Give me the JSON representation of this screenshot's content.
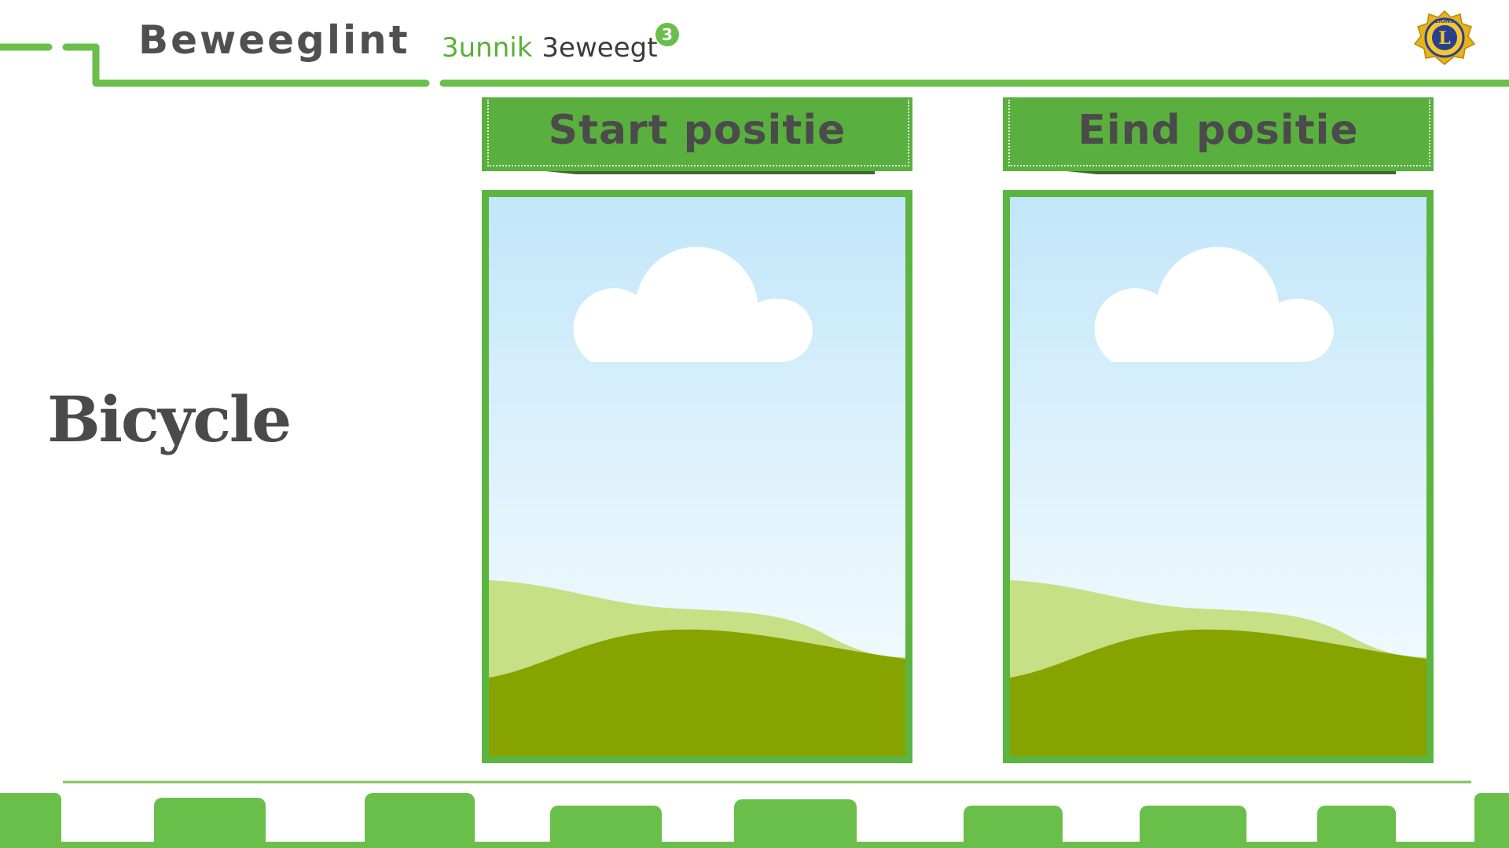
{
  "header": {
    "brand_left": "Beweeglint",
    "brand_partner_word1": "3unnik",
    "brand_partner_word2": "3eweegt",
    "brand_badge": "3",
    "lions_logo_icon": "lions-club-logo-icon",
    "lions_logo_text": "LIONS"
  },
  "slide": {
    "title": "Bicycle"
  },
  "panels": [
    {
      "label": "Start positie",
      "image_icon": "image-placeholder-icon"
    },
    {
      "label": "Eind positie",
      "image_icon": "image-placeholder-icon"
    }
  ],
  "colors": {
    "brand_green": "#6abf4b",
    "ribbon_green": "#5ab03e",
    "text_dark": "#4b4b4b",
    "hill_dark": "#86a300",
    "hill_light": "#c7df85"
  }
}
